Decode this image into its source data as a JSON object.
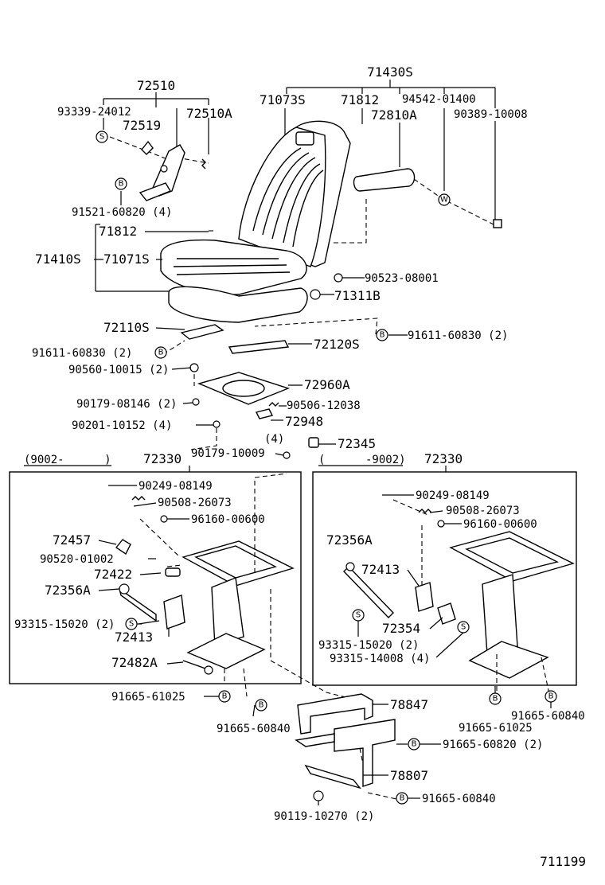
{
  "diagram_id": "711199",
  "labels": {
    "l71430S": "71430S",
    "l72510": "72510",
    "l93339": "93339-24012",
    "l72519": "72519",
    "l72510A": "72510A",
    "l71073S": "71073S",
    "l71812a": "71812",
    "l94542": "94542-01400",
    "l72810A": "72810A",
    "l90389": "90389-10008",
    "l91521": "91521-60820 (4)",
    "l71812b": "71812",
    "l71410S": "71410S",
    "l71071S": "71071S",
    "l90523": "90523-08001",
    "l71311B": "71311B",
    "l72110S": "72110S",
    "l91611a": "91611-60830 (2)",
    "l72120S": "72120S",
    "l91611b": "91611-60830 (2)",
    "l90560": "90560-10015 (2)",
    "l72960A": "72960A",
    "l90179a": "90179-08146 (2)",
    "l90506": "90506-12038",
    "l72948": "72948",
    "l90201": "90201-10152 (4)",
    "l4": "(4)",
    "l72345": "72345",
    "l90179b": "90179-10009",
    "l9002L": "(9002-      )",
    "l72330L": "72330",
    "l9002R": "(      -9002)",
    "l72330R": "72330",
    "l90249L": "90249-08149",
    "l90508L": "90508-26073",
    "l96160L": "96160-00600",
    "l72457": "72457",
    "l90520": "90520-01002",
    "l72422": "72422",
    "l72356AL": "72356A",
    "l93315L": "93315-15020 (2)",
    "l72413L": "72413",
    "l72482A": "72482A",
    "l90249R": "90249-08149",
    "l90508R": "90508-26073",
    "l96160R": "96160-00600",
    "l72356AR": "72356A",
    "l72413R": "72413",
    "l72354": "72354",
    "l93315R1": "93315-15020 (2)",
    "l93315R2": "93315-14008 (4)",
    "l91665a": "91665-61025",
    "l91665b": "91665-60840",
    "l78847": "78847",
    "l91665c": "91665-60820 (2)",
    "l78807": "78807",
    "l91665d": "91665-60840",
    "l90119": "90119-10270 (2)",
    "l91665e": "91665-61025",
    "l91665f": "91665-60840"
  },
  "symbols": {
    "s": "S",
    "b": "B",
    "w": "W"
  }
}
